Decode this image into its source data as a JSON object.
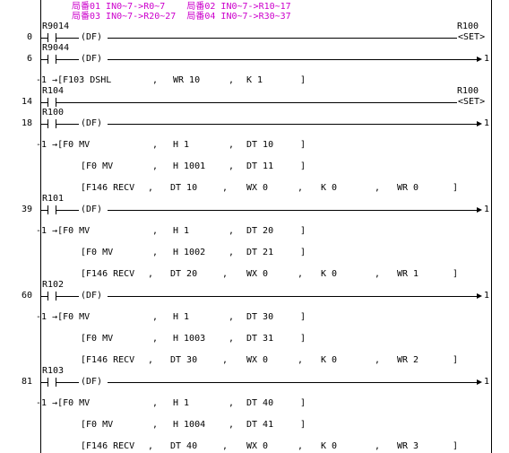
{
  "comment": {
    "line1": "局番01 IN0~7->R0~7    局番02 IN0~7->R10~17",
    "line2": "局番03 IN0~7->R20~27  局番04 IN0~7->R30~37"
  },
  "rungs": [
    {
      "step": "0",
      "contacts": [
        "R9014"
      ],
      "df": "(DF)",
      "coil": "R100",
      "coil_kind": "<SET>",
      "instr": []
    },
    {
      "step": "6",
      "contacts": [
        "R9044"
      ],
      "df": "(DF)",
      "coil": "1",
      "coil_kind": "",
      "instr": [
        [
          "-1 →[F103 DSHL",
          ",",
          "WR 10",
          ",",
          "K 1",
          "]"
        ]
      ]
    },
    {
      "step": "14",
      "contacts": [
        "R104"
      ],
      "df": "",
      "coil": "R100",
      "coil_kind": "<SET>",
      "instr": []
    },
    {
      "step": "18",
      "contacts": [
        "R100"
      ],
      "df": "(DF)",
      "coil": "1",
      "coil_kind": "",
      "instr": [
        [
          "-1 →[F0 MV",
          ",",
          "H 1",
          ",",
          "DT 10",
          "]"
        ],
        [
          "[F0 MV",
          ",",
          "H 1001",
          ",",
          "DT 11",
          "]"
        ],
        [
          "[F146 RECV",
          ",",
          "DT 10",
          ",",
          "WX 0",
          ",",
          "K 0",
          ",",
          "WR 0",
          "]"
        ]
      ]
    },
    {
      "step": "39",
      "contacts": [
        "R101"
      ],
      "df": "(DF)",
      "coil": "1",
      "coil_kind": "",
      "instr": [
        [
          "-1 →[F0 MV",
          ",",
          "H 1",
          ",",
          "DT 20",
          "]"
        ],
        [
          "[F0 MV",
          ",",
          "H 1002",
          ",",
          "DT 21",
          "]"
        ],
        [
          "[F146 RECV",
          ",",
          "DT 20",
          ",",
          "WX 0",
          ",",
          "K 0",
          ",",
          "WR 1",
          "]"
        ]
      ]
    },
    {
      "step": "60",
      "contacts": [
        "R102"
      ],
      "df": "(DF)",
      "coil": "1",
      "coil_kind": "",
      "instr": [
        [
          "-1 →[F0 MV",
          ",",
          "H 1",
          ",",
          "DT 30",
          "]"
        ],
        [
          "[F0 MV",
          ",",
          "H 1003",
          ",",
          "DT 31",
          "]"
        ],
        [
          "[F146 RECV",
          ",",
          "DT 30",
          ",",
          "WX 0",
          ",",
          "K 0",
          ",",
          "WR 2",
          "]"
        ]
      ]
    },
    {
      "step": "81",
      "contacts": [
        "R103"
      ],
      "df": "(DF)",
      "coil": "1",
      "coil_kind": "",
      "instr": [
        [
          "-1 →[F0 MV",
          ",",
          "H 1",
          ",",
          "DT 40",
          "]"
        ],
        [
          "[F0 MV",
          ",",
          "H 1004",
          ",",
          "DT 41",
          "]"
        ],
        [
          "[F146 RECV",
          ",",
          "DT 40",
          ",",
          "WX 0",
          ",",
          "K 0",
          ",",
          "WR 3",
          "]"
        ]
      ]
    }
  ]
}
